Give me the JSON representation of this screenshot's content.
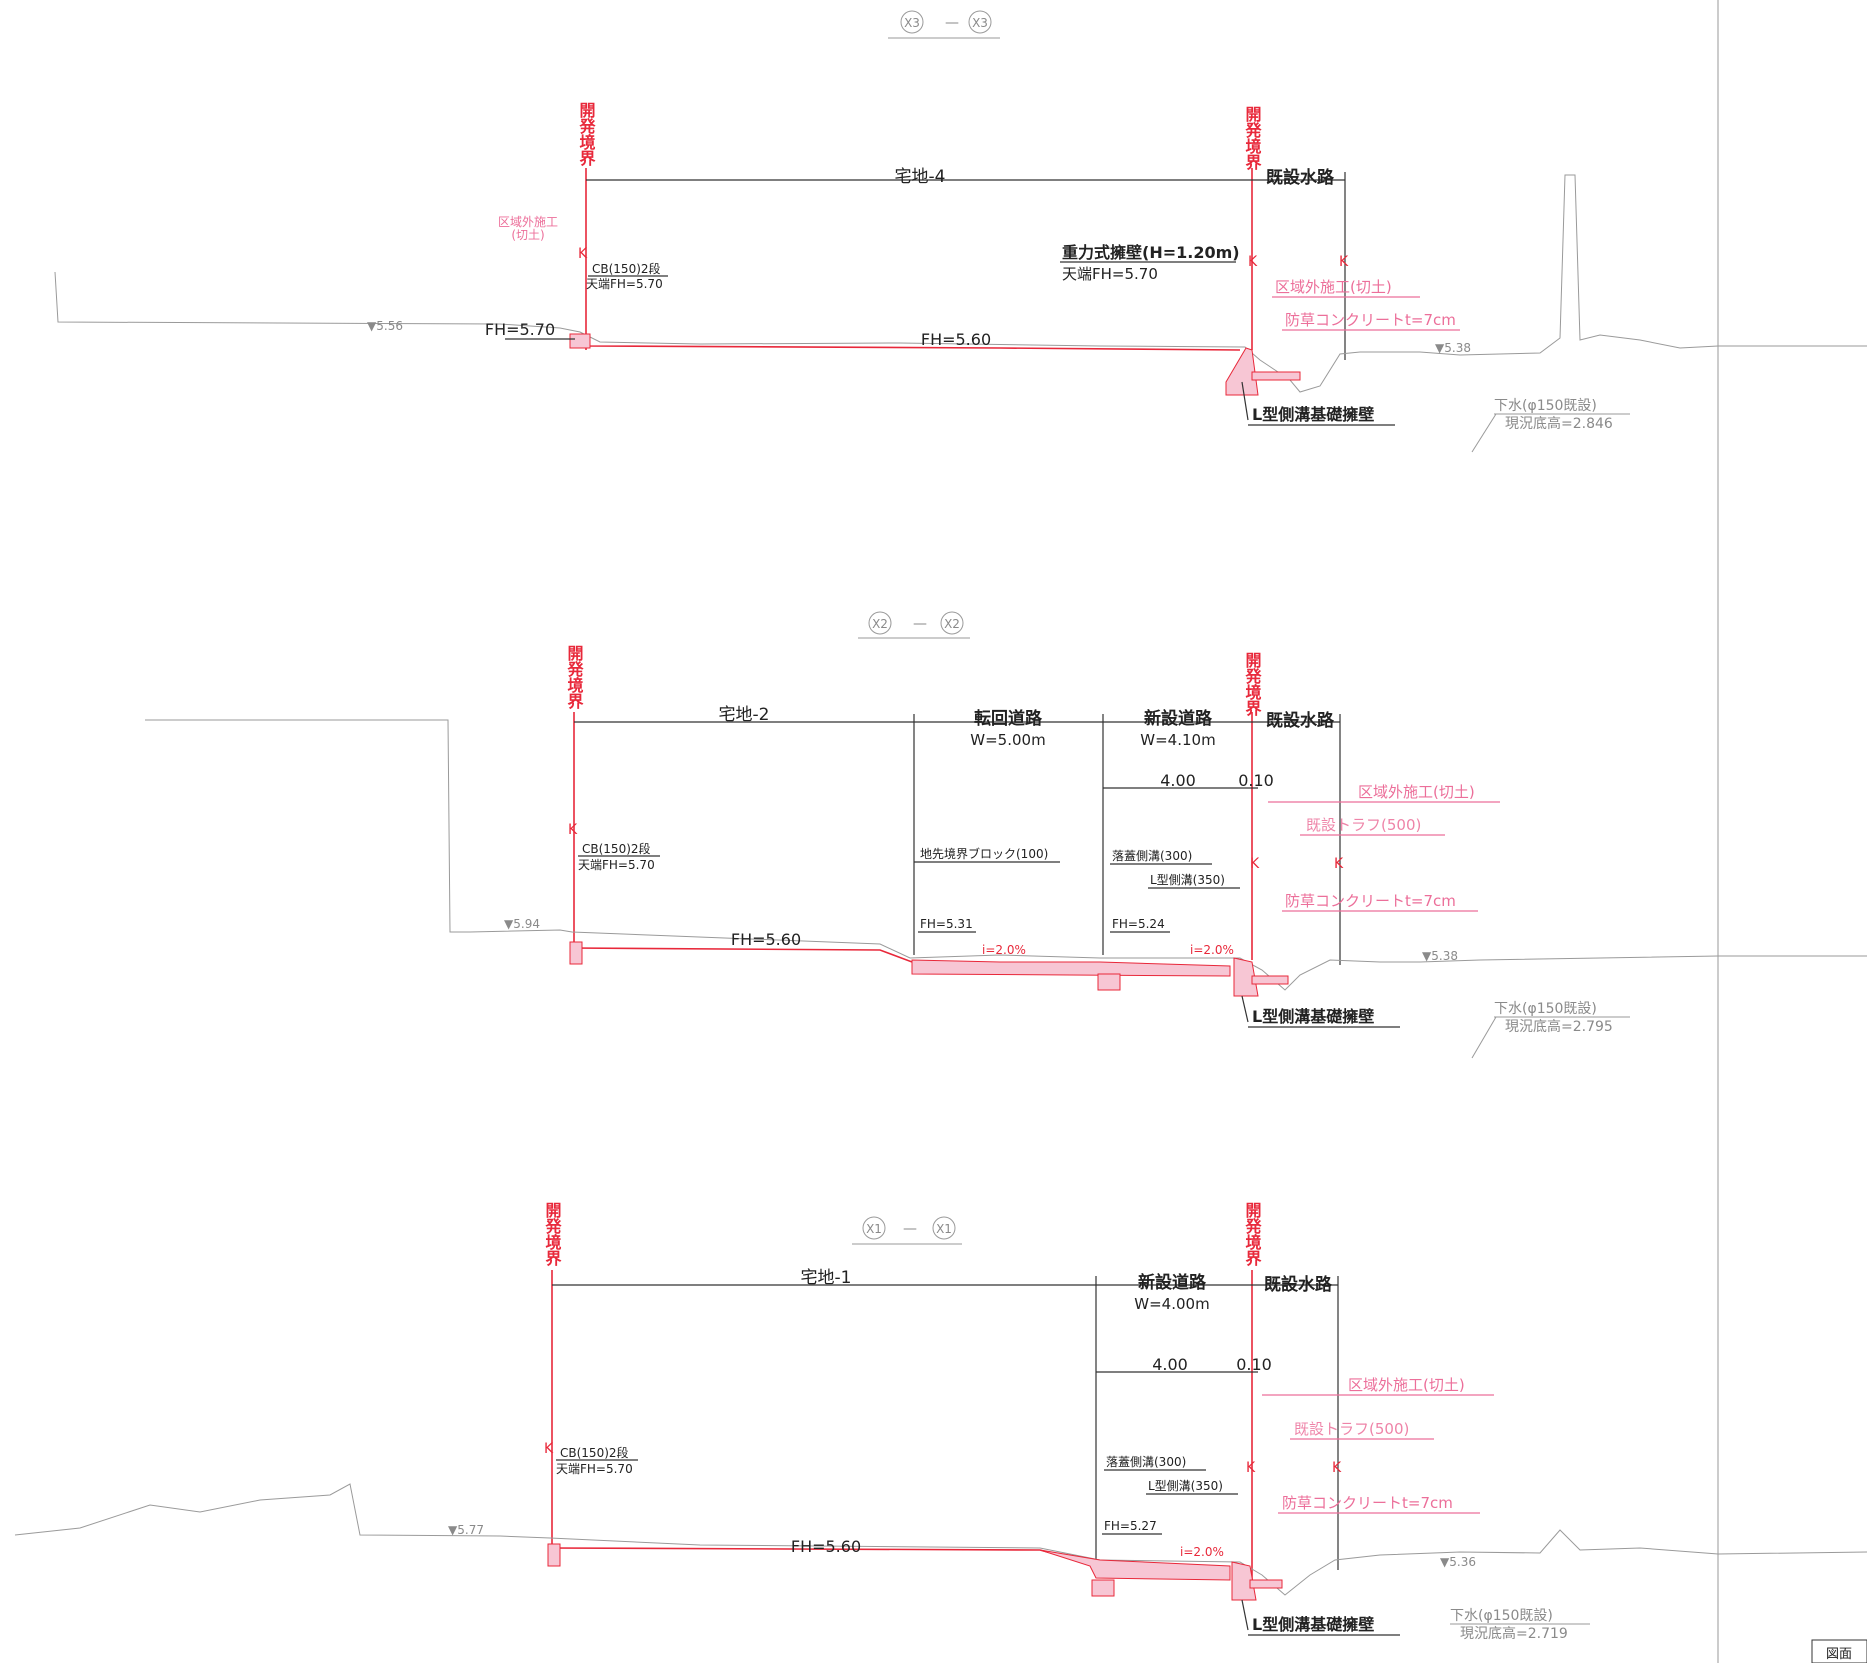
{
  "sections": [
    {
      "id": "x3",
      "title_left": "X3",
      "title_right": "X3",
      "dash": "—",
      "boundary_left": "開発境界",
      "boundary_right": "開発境界",
      "lot": "宅地-4",
      "canal": "既設水路",
      "outside_work_left": "区域外施工\n(切土)",
      "outside_work_right": "区域外施工(切土)",
      "cb_label": "CB(150)2段",
      "cb_top": "天端FH=5.70",
      "fh_left": "FH=5.70",
      "fh_main": "FH=5.60",
      "wall_label": "重力式擁壁(H=1.20m)",
      "wall_top": "天端FH=5.70",
      "weed_concrete": "防草コンクリートt=7cm",
      "l_wall": "L型側溝基礎擁壁",
      "sewer": "下水(φ150既設)",
      "sewer_bottom": "現況底高=2.846",
      "gl_left": "▼5.56",
      "gl_right": "▼5.38",
      "k": "K"
    },
    {
      "id": "x2",
      "title_left": "X2",
      "title_right": "X2",
      "dash": "—",
      "boundary_left": "開発境界",
      "boundary_right": "開発境界",
      "lot": "宅地-2",
      "turn_road": "転回道路",
      "turn_road_w": "W=5.00m",
      "new_road": "新設道路",
      "new_road_w": "W=4.10m",
      "canal": "既設水路",
      "dim_a": "4.00",
      "dim_b": "0.10",
      "outside_work_right": "区域外施工(切土)",
      "trough": "既設トラフ(500)",
      "cb_label": "CB(150)2段",
      "cb_top": "天端FH=5.70",
      "curb": "地先境界ブロック(100)",
      "lid_gutter": "落蓋側溝(300)",
      "l_gutter": "L型側溝(350)",
      "weed_concrete": "防草コンクリートt=7cm",
      "fh_main": "FH=5.60",
      "fh_road1": "FH=5.31",
      "fh_road2": "FH=5.24",
      "slope1": "i=2.0%",
      "slope2": "i=2.0%",
      "l_wall": "L型側溝基礎擁壁",
      "sewer": "下水(φ150既設)",
      "sewer_bottom": "現況底高=2.795",
      "gl_left": "▼5.94",
      "gl_right": "▼5.38",
      "k": "K"
    },
    {
      "id": "x1",
      "title_left": "X1",
      "title_right": "X1",
      "dash": "—",
      "boundary_left": "開発境界",
      "boundary_right": "開発境界",
      "lot": "宅地-1",
      "new_road": "新設道路",
      "new_road_w": "W=4.00m",
      "canal": "既設水路",
      "dim_a": "4.00",
      "dim_b": "0.10",
      "outside_work_right": "区域外施工(切土)",
      "trough": "既設トラフ(500)",
      "cb_label": "CB(150)2段",
      "cb_top": "天端FH=5.70",
      "lid_gutter": "落蓋側溝(300)",
      "l_gutter": "L型側溝(350)",
      "weed_concrete": "防草コンクリートt=7cm",
      "fh_main": "FH=5.60",
      "fh_road": "FH=5.27",
      "slope": "i=2.0%",
      "l_wall": "L型側溝基礎擁壁",
      "sewer": "下水(φ150既設)",
      "sewer_bottom": "現況底高=2.719",
      "gl_left": "▼5.77",
      "gl_right": "▼5.36",
      "k": "K"
    }
  ],
  "corner_label": "図面"
}
